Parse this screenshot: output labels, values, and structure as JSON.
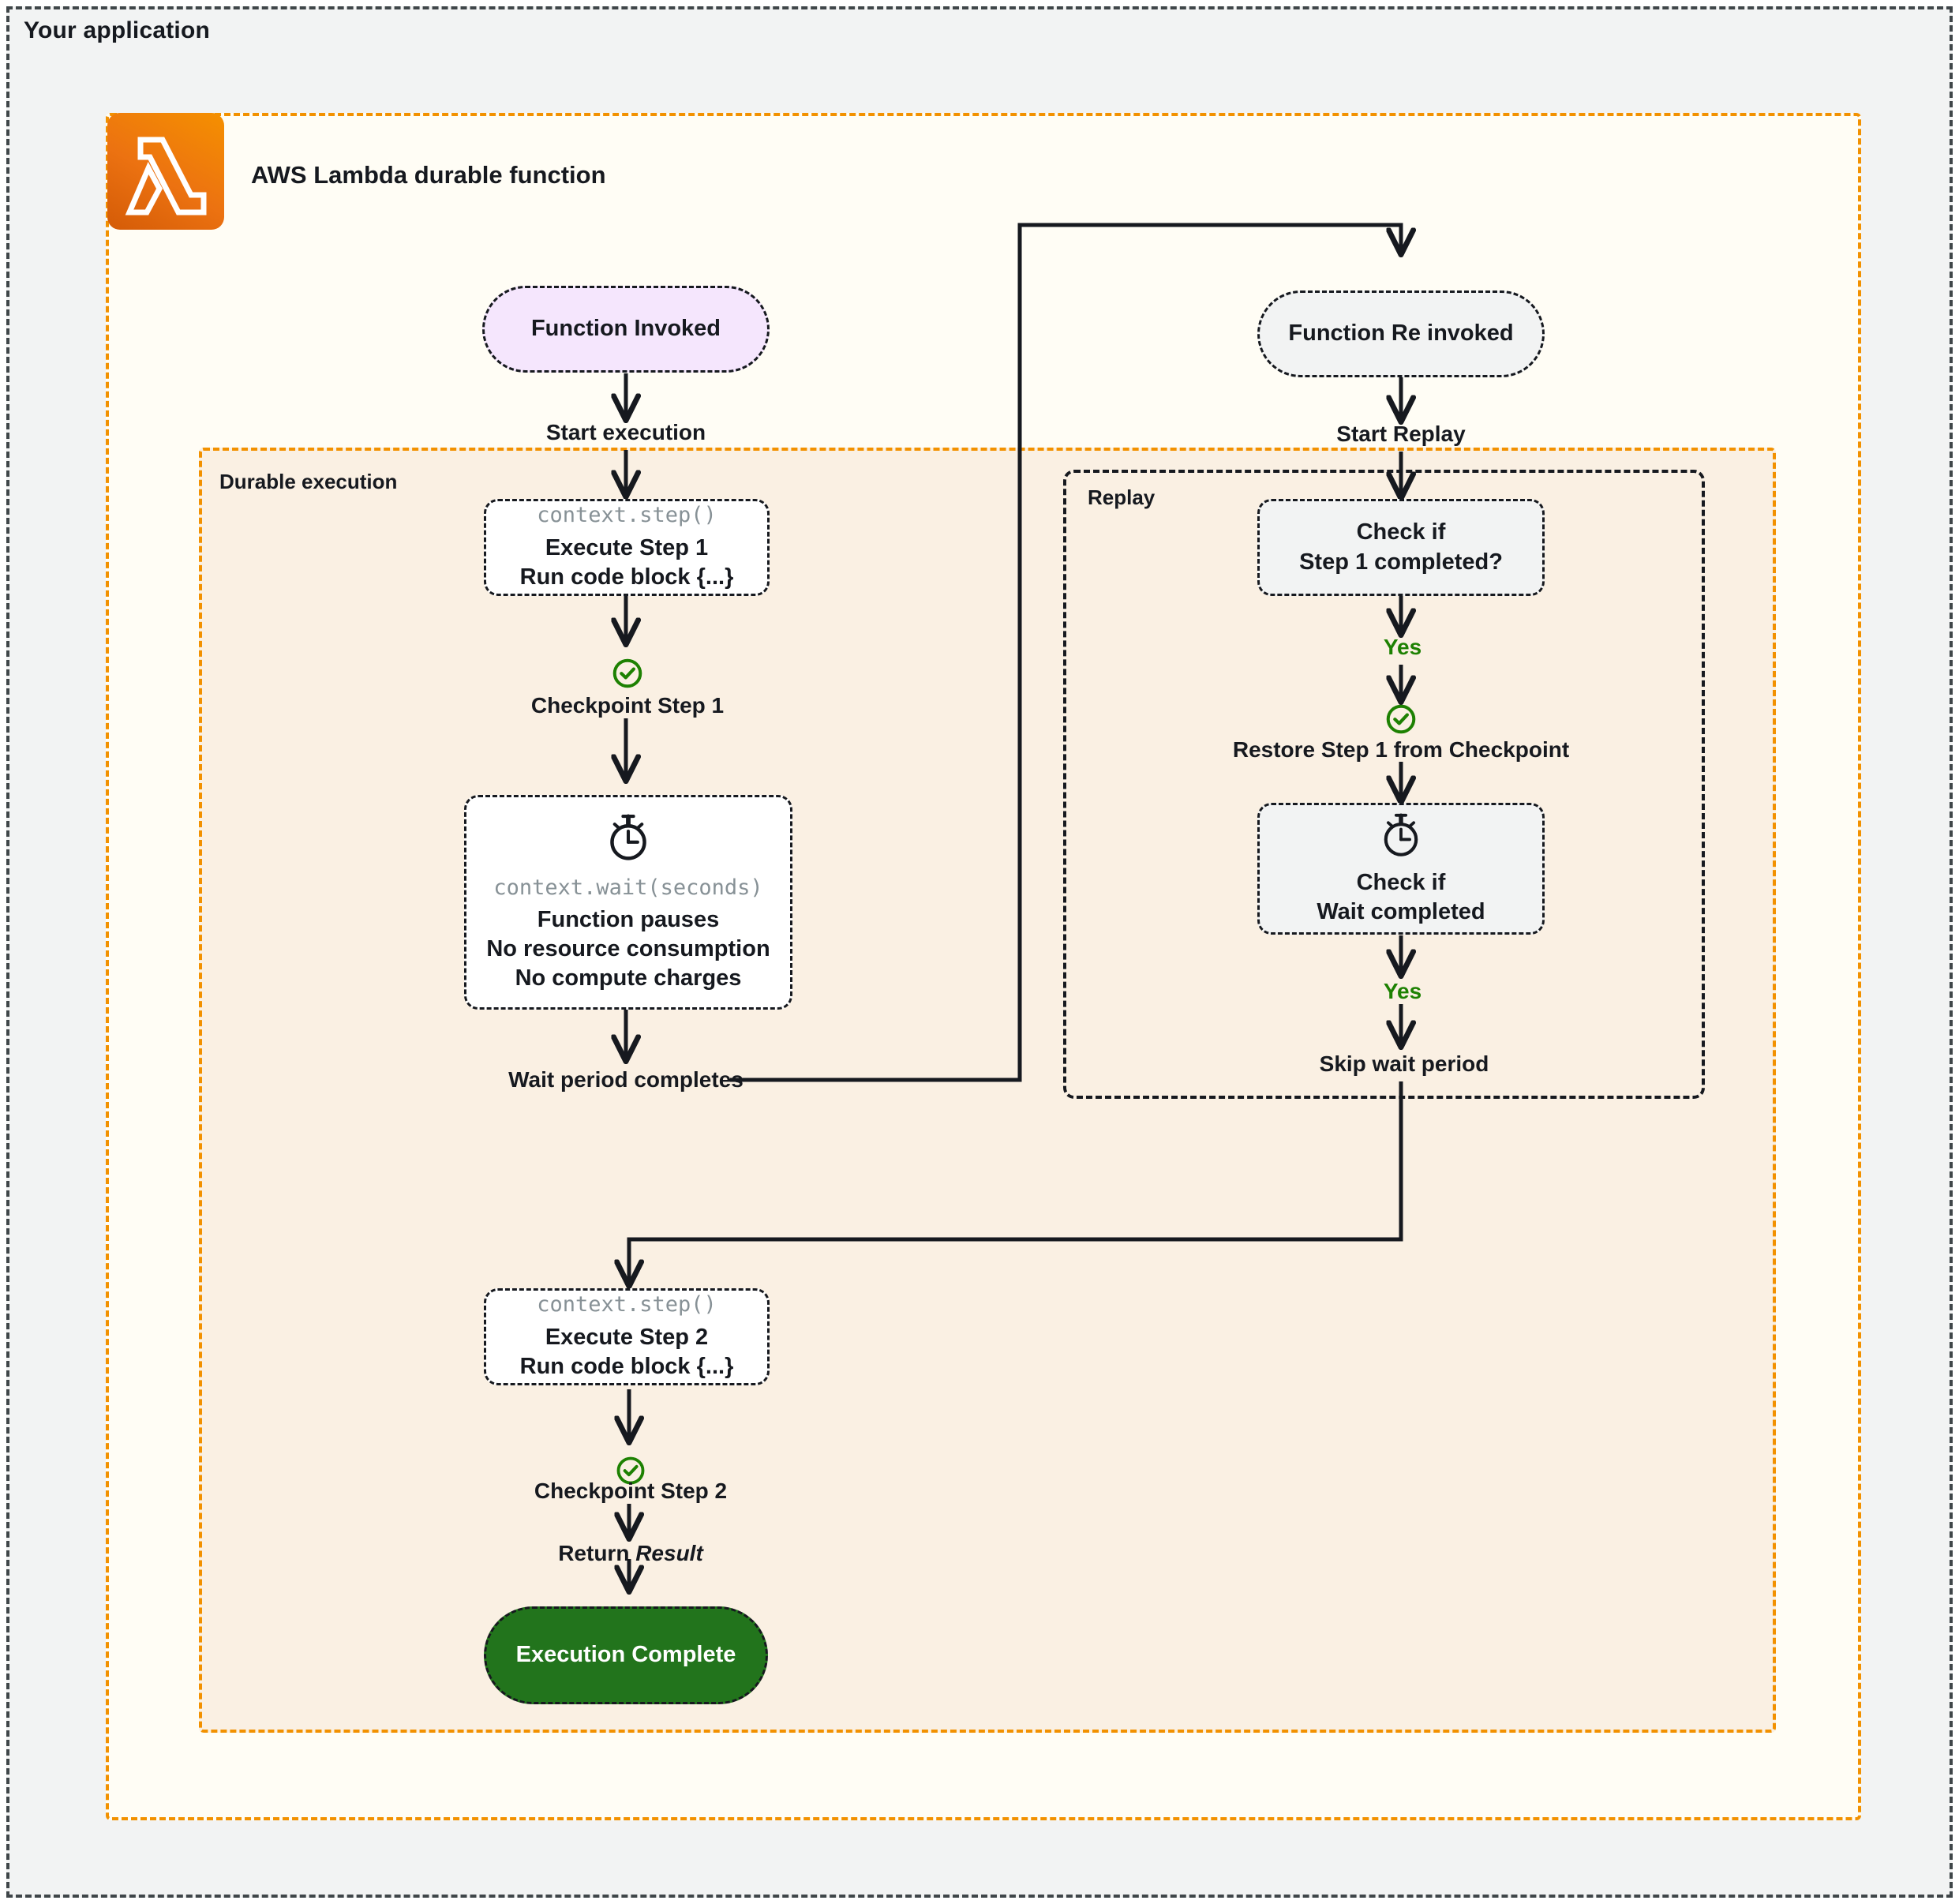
{
  "app": {
    "title": "Your application",
    "lambda_label": "AWS Lambda durable function",
    "lambda_icon": "aws-lambda-icon"
  },
  "groups": {
    "durable": "Durable execution",
    "replay": "Replay"
  },
  "colors": {
    "accent_orange": "#f29100",
    "lambda_orange": "#ec7211",
    "success_green": "#1d8102",
    "complete_green": "#22741c",
    "start_purple": "#f5e6fd",
    "node_gray": "#f2f3f3",
    "app_bg": "#f2f3f3",
    "lambda_bg": "#fffdf5",
    "durable_bg": "#faf0e3",
    "text": "#16191f",
    "code_text": "#879196"
  },
  "left_flow": {
    "start": {
      "label": "Function Invoked"
    },
    "start_edge": {
      "label": "Start execution"
    },
    "step1": {
      "code": "context.step()",
      "line1": "Execute Step 1",
      "line2": "Run code block {...}"
    },
    "checkpoint1": {
      "icon": "check-circle-icon",
      "label": "Checkpoint Step 1"
    },
    "wait": {
      "icon": "stopwatch-icon",
      "code": "context.wait(seconds)",
      "line1": "Function pauses",
      "line2": "No resource consumption",
      "line3": "No compute charges"
    },
    "wait_done": {
      "label": "Wait period completes"
    },
    "step2": {
      "code": "context.step()",
      "line1": "Execute Step 2",
      "line2": "Run code block {...}"
    },
    "checkpoint2": {
      "icon": "check-circle-icon",
      "label": "Checkpoint Step 2"
    },
    "return": {
      "prefix": "Return ",
      "value": "Result"
    },
    "complete": {
      "label": "Execution Complete"
    }
  },
  "right_flow": {
    "reinvoked": {
      "label": "Function Re invoked"
    },
    "start_edge": {
      "label": "Start Replay"
    },
    "check_step1": {
      "line1": "Check if",
      "line2": "Step 1 completed?"
    },
    "yes1": {
      "label": "Yes"
    },
    "restore": {
      "icon": "check-circle-icon",
      "label": "Restore Step 1 from Checkpoint"
    },
    "check_wait": {
      "icon": "stopwatch-icon",
      "line1": "Check if",
      "line2": "Wait completed"
    },
    "yes2": {
      "label": "Yes"
    },
    "skip": {
      "label": "Skip wait period"
    }
  }
}
